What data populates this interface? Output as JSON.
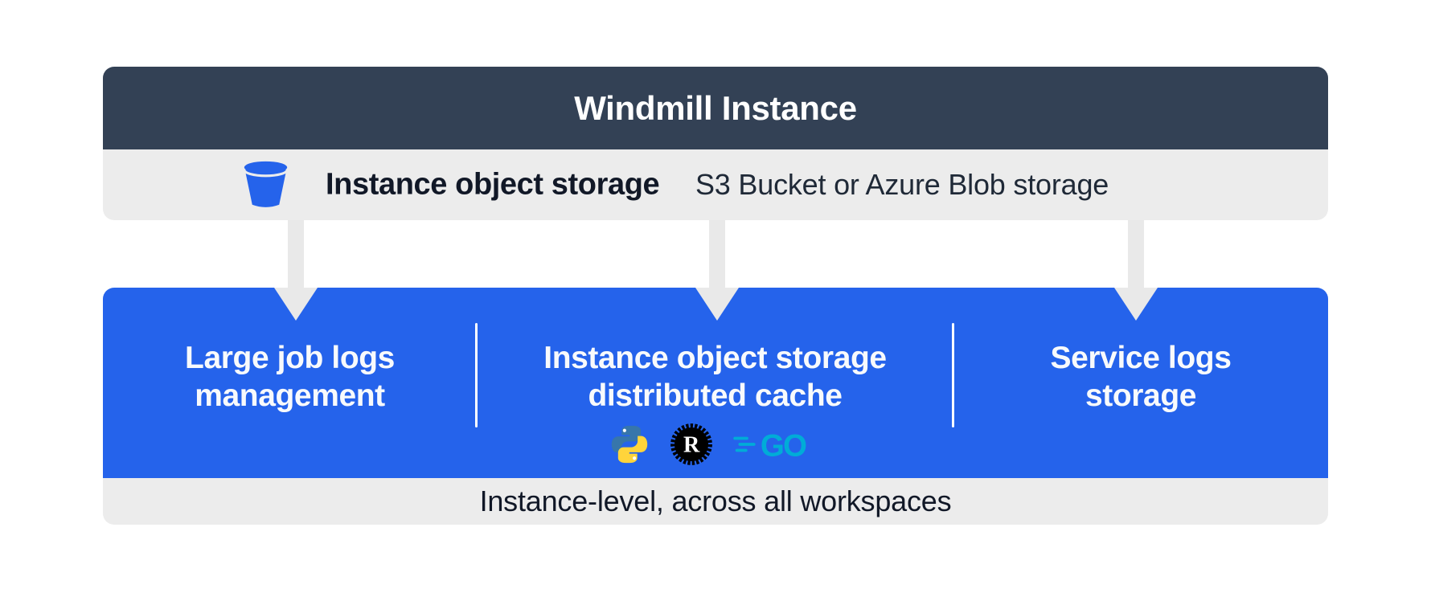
{
  "header": {
    "title": "Windmill Instance"
  },
  "storage_bar": {
    "icon": "bucket-icon",
    "title": "Instance object storage",
    "subtitle": "S3 Bucket or Azure Blob storage"
  },
  "features": [
    {
      "line1": "Large job logs",
      "line2": "management"
    },
    {
      "line1": "Instance object storage",
      "line2": "distributed cache",
      "language_icons": [
        "python-icon",
        "rust-icon",
        "go-icon"
      ]
    },
    {
      "line1": "Service logs",
      "line2": "storage"
    }
  ],
  "footer": {
    "label": "Instance-level, across all workspaces"
  },
  "colors": {
    "header_bg": "#334155",
    "band_bg": "#ececec",
    "arrow_gray": "#e9e9e9",
    "accent_blue": "#2563eb",
    "text_light": "#f8fafc",
    "text_dark": "#111827",
    "python_blue": "#3776AB",
    "python_yellow": "#FFD43B",
    "rust_black": "#000000",
    "go_teal": "#00ACD7"
  }
}
